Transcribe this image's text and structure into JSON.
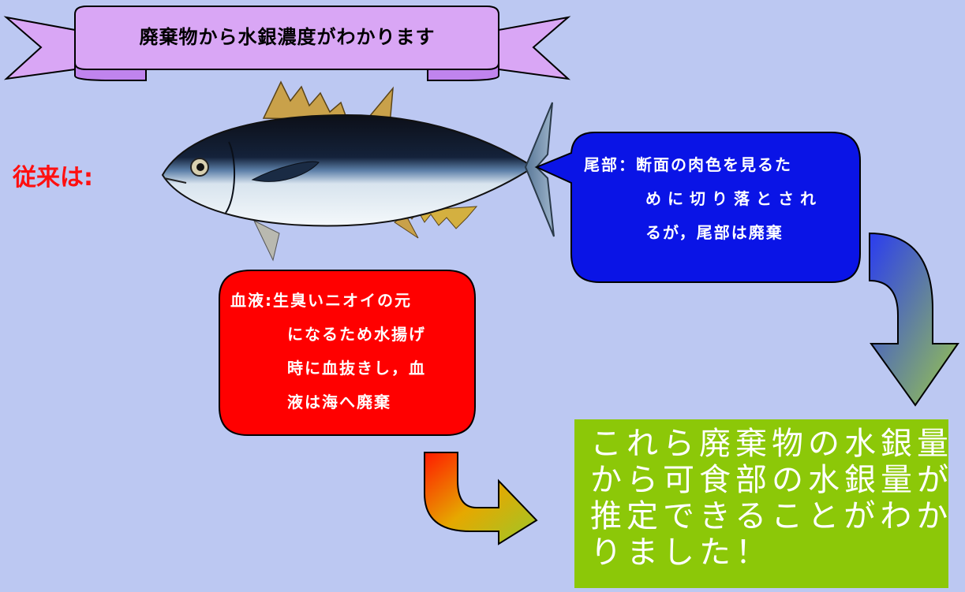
{
  "banner": {
    "title": "廃棄物から水銀濃度がわかります"
  },
  "label_conventional": "従来は:",
  "tail_callout": {
    "color": "#0a14e6",
    "lines": [
      "尾部：断面の肉色を見るた",
      "めに切り落とされ",
      "るが，尾部は廃棄"
    ]
  },
  "blood_callout": {
    "color": "#ff0000",
    "lines": [
      "血液:生臭いニオイの元",
      "になるため水揚げ",
      "時に血抜きし，血",
      "液は海へ廃棄"
    ]
  },
  "conclusion": {
    "color": "#8cc808",
    "lines": [
      "これら廃棄物の水銀量",
      "から可食部の水銀量が",
      "推定できることがわか",
      "りました！"
    ]
  },
  "colors": {
    "background": "#bcc8f2",
    "ribbon": "#d9a6f5",
    "ribbon_dark": "#c084ee",
    "label_red": "#ff1010"
  }
}
